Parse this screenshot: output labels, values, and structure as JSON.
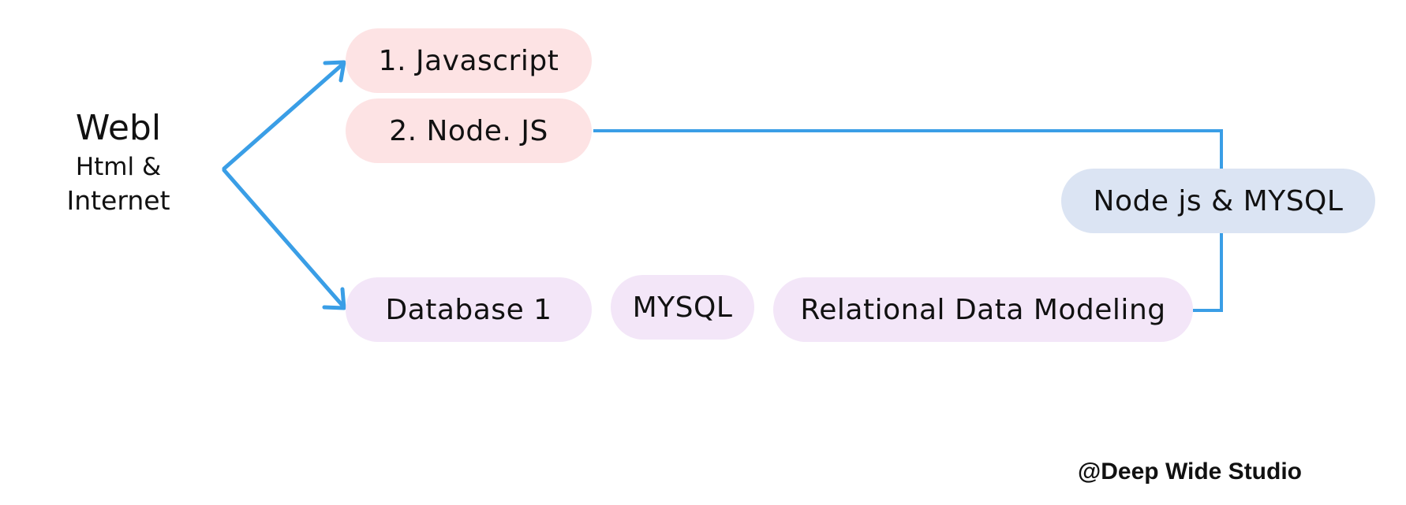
{
  "colors": {
    "arrow": "#3a9ee6",
    "pink_node": "#fde3e4",
    "lavender_node": "#f3e6f8",
    "blue_node": "#dbe4f3",
    "text": "#111111"
  },
  "root": {
    "line1": "Webl",
    "line2": "Html &",
    "line3": "Internet"
  },
  "nodes": {
    "javascript": "1. Javascript",
    "nodejs": "2. Node. JS",
    "database": "Database 1",
    "mysql": "MYSQL",
    "relational": "Relational Data Modeling",
    "node_mysql": "Node js & MYSQL"
  },
  "credit": "@Deep Wide Studio"
}
